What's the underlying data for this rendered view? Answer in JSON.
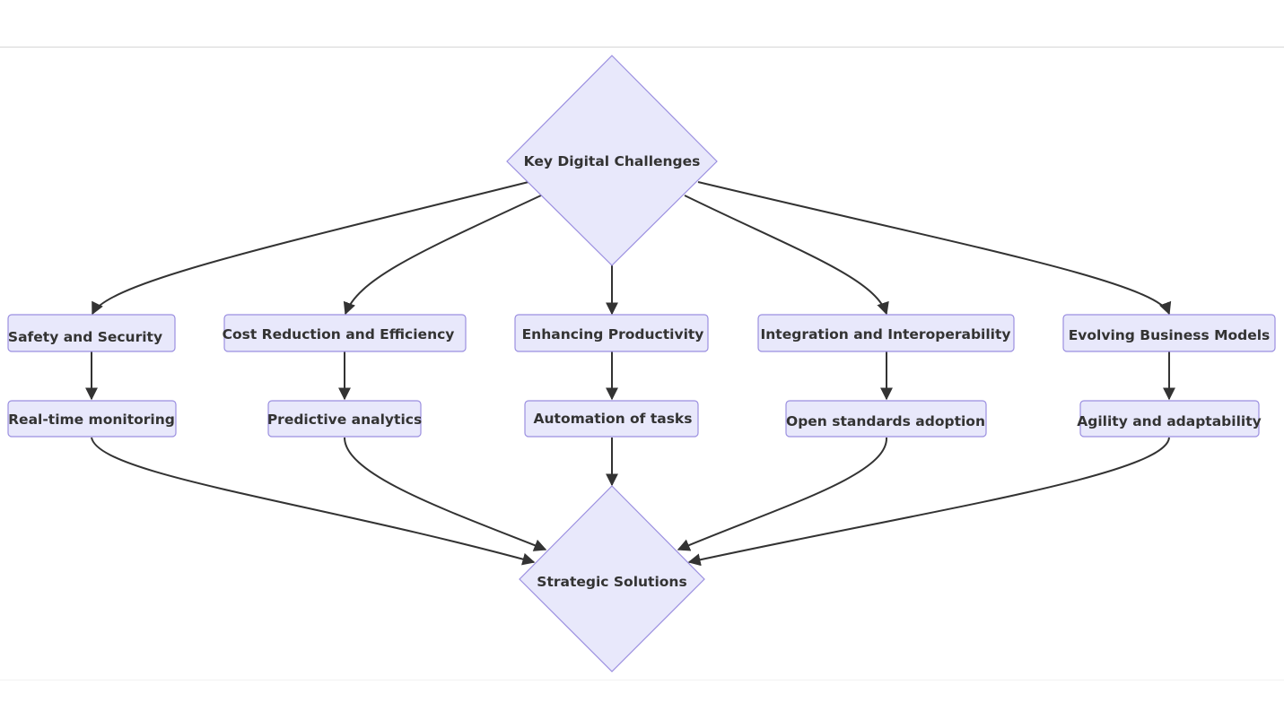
{
  "diagram": {
    "top": {
      "label": "Key Digital Challenges"
    },
    "bottom": {
      "label": "Strategic Solutions"
    },
    "challenges": [
      {
        "label": "Safety and Security"
      },
      {
        "label": "Cost Reduction and Efficiency"
      },
      {
        "label": "Enhancing Productivity"
      },
      {
        "label": "Integration and Interoperability"
      },
      {
        "label": "Evolving Business Models"
      }
    ],
    "solutions": [
      {
        "label": "Real-time monitoring"
      },
      {
        "label": "Predictive analytics"
      },
      {
        "label": "Automation of tasks"
      },
      {
        "label": "Open standards adoption"
      },
      {
        "label": "Agility and adaptability"
      }
    ],
    "colors": {
      "node_fill": "#e8e8fb",
      "node_stroke": "#9b8fe0",
      "edge": "#333333",
      "text": "#333333"
    }
  }
}
